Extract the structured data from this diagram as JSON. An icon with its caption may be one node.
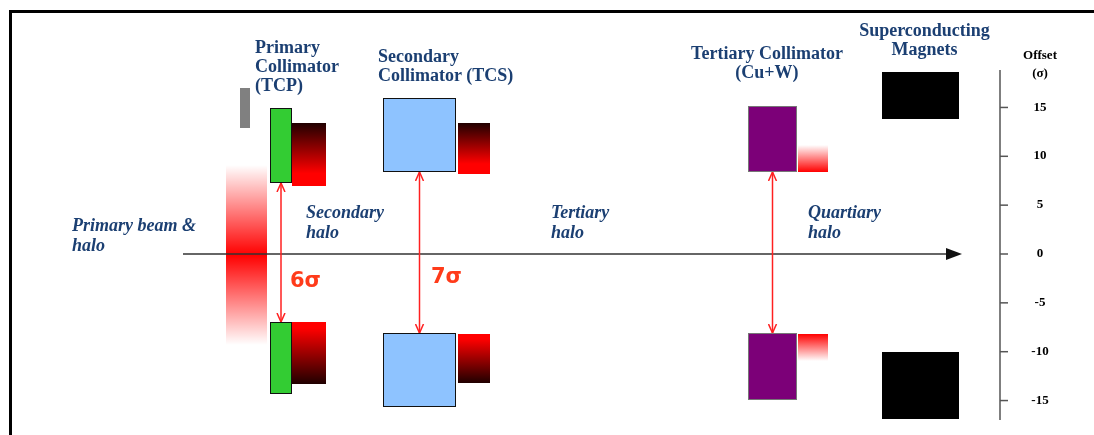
{
  "diagram": {
    "nodes": [
      {
        "text": [
          "Primary Collimator (TCP)"
        ]
      },
      {
        "text": [],
        "shape": "box"
      },
      {
        "text": [
          "Secondary Collimator (TCS)"
        ]
      },
      {
        "text": [],
        "shape": "box"
      },
      {
        "text": [
          "Tertiary Collimator (Cu+W)"
        ]
      },
      {
        "text": [],
        "shape": "box"
      },
      {
        "text": [
          "Superconducting Magnets"
        ]
      },
      {
        "text": [],
        "shape": "box"
      }
    ],
    "edges": [
      {
        "from": 0,
        "to": 1,
        "arrow": "both",
        "label": "6σ"
      },
      {
        "from": 2,
        "to": 3,
        "arrow": "both",
        "label": "7σ"
      },
      {
        "from": 4,
        "to": 5,
        "arrow": "both"
      }
    ],
    "labels": [
      "Primary beam & halo",
      "Secondary halo",
      "Tertiary halo",
      "Quartiary halo",
      "Offset (σ)",
      "15",
      "10",
      "5",
      "0",
      "-5",
      "-10",
      "-15"
    ]
  }
}
